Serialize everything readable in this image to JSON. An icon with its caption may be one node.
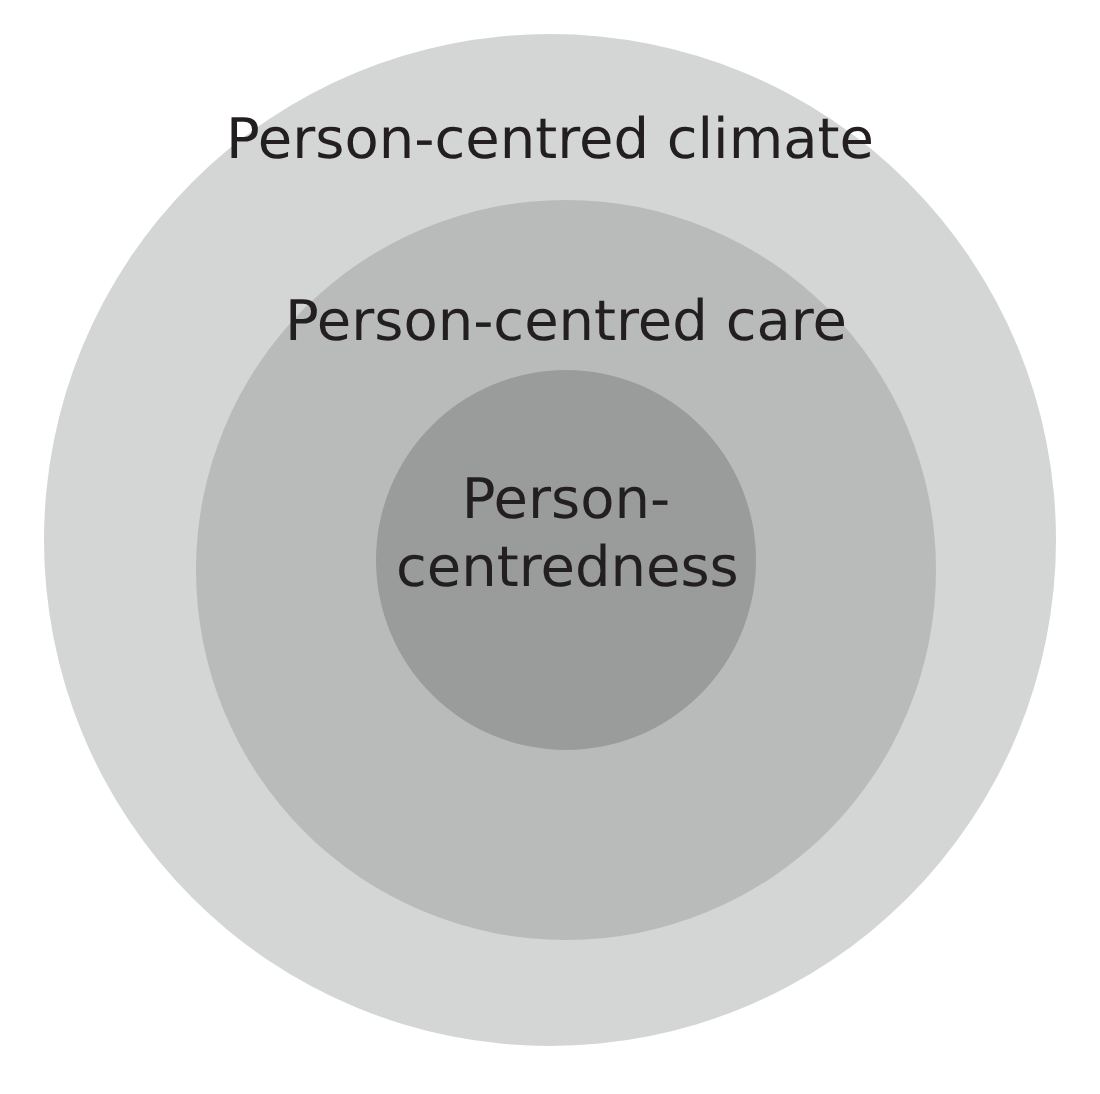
{
  "diagram": {
    "nodes": [
      {
        "text": [
          "Person-centred climate"
        ]
      },
      {
        "text": [
          "Person-centred care"
        ],
        "in": 0
      },
      {
        "text": [
          "Person-centredness"
        ],
        "in": 1
      }
    ]
  }
}
